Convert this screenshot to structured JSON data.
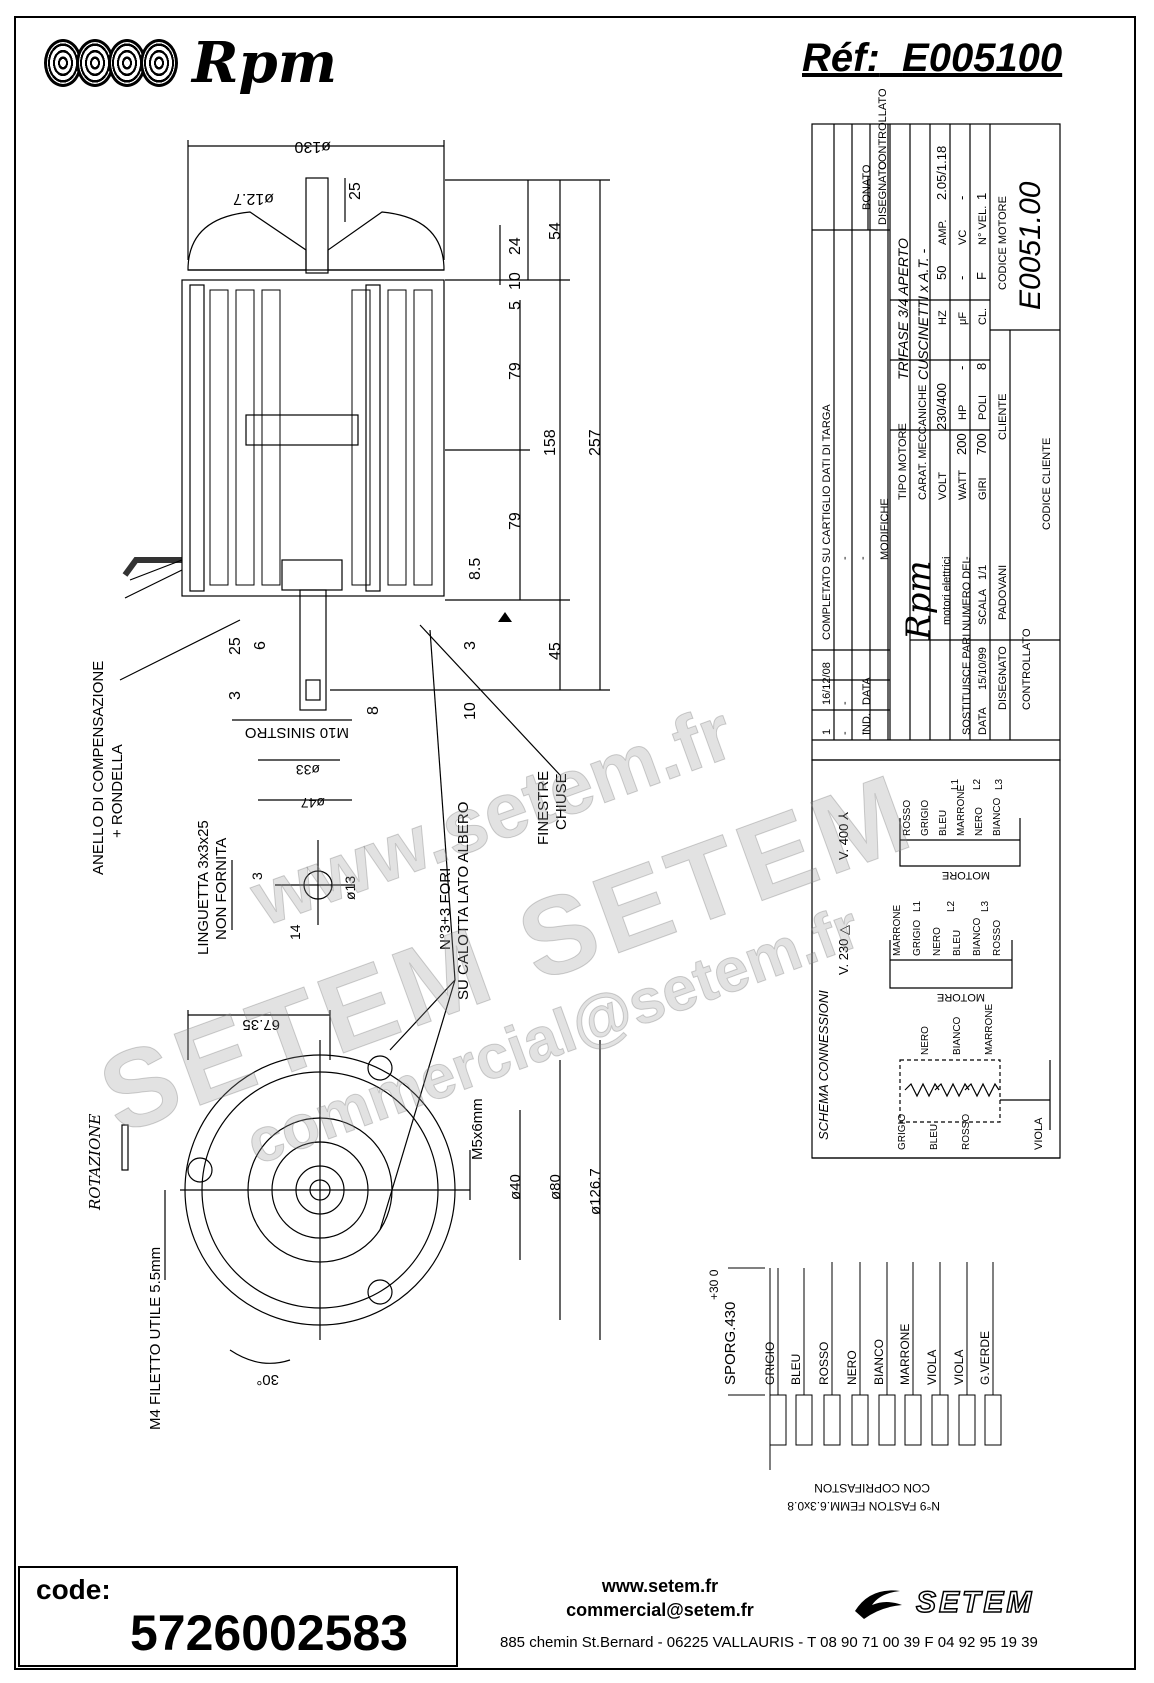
{
  "header": {
    "brand": "Rpm",
    "ref_label": "Réf:",
    "ref_value": "E005100"
  },
  "drawing": {
    "dims_main": [
      "ø130",
      "ø12.7",
      "25",
      "24",
      "10",
      "5",
      "79",
      "79",
      "158",
      "257",
      "8.5",
      "45",
      "54",
      "25",
      "6",
      "3",
      "8",
      "10",
      "3"
    ],
    "dims_section": [
      "ø33",
      "ø47",
      "ø13",
      "14",
      "3"
    ],
    "dims_front": [
      "67.35",
      "M5x6mm",
      "ø40",
      "ø80",
      "ø126.7",
      "30°"
    ],
    "labels": {
      "m10": "M10 SINISTRO",
      "finestre_1": "FINESTRE",
      "finestre_2": "CHIUSE",
      "anello_1": "ANELLO DI COMPENSAZIONE",
      "anello_2": "+ RONDELLA",
      "linguetta_1": "LINGUETTA 3x3x25",
      "linguetta_2": "NON FORNITA",
      "fori_1": "N°3+3 FORI",
      "fori_2": "SU CALOTTA LATO ALBERO",
      "rotazione": "ROTAZIONE",
      "m4": "M4 FILETTO UTILE 5.5mm",
      "sporg": "SPORG.430",
      "sporg_tol": "+30 0",
      "faston_1": "CON COPRIFASTON",
      "faston_2": "N°9 FASTON FEMM.6.3x0.8"
    },
    "wire_colors": [
      "GRIGIO",
      "BLEU",
      "ROSSO",
      "NERO",
      "BIANCO",
      "MARRONE",
      "VIOLA",
      "VIOLA",
      "G.VERDE"
    ]
  },
  "title_block": {
    "rows": [
      {
        "ind": "1",
        "data": "16/12/08",
        "desc": "COMPLETATO SU CARTIGLIO DATI DI TARGA"
      },
      {
        "ind": "-",
        "data": "-",
        "desc": "-"
      },
      {
        "ind": "-",
        "data": "-",
        "desc": "-"
      }
    ],
    "header_ind": "IND.",
    "header_data": "DATA",
    "header_modifiche": "MODIFICHE",
    "tipo_motore": "TIPO MOTORE",
    "tipo_motore_value": "TRIFASE 3/4 APERTO",
    "carat": "CARAT. MECCANICHE",
    "carat_value": "CUSCINETTI x A.T. -",
    "volt": "VOLT",
    "volt_value": "230/400",
    "hz": "HZ",
    "hz_value": "50",
    "amp": "AMP.",
    "amp_value": "2.05/1.18",
    "watt": "WATT",
    "watt_value": "200",
    "hp": "HP",
    "hp_value": "-",
    "uf": "μF",
    "uf_value": "-",
    "vc": "VC",
    "vc_value": "-",
    "giri": "GIRI",
    "giri_value": "700",
    "poli": "POLI",
    "poli_value": "8",
    "cl": "CL.",
    "cl_value": "F",
    "nvel": "N° VEL.",
    "nvel_value": "1",
    "cliente": "CLIENTE",
    "codice_motore": "CODICE MOTORE",
    "codice_motore_value": "E0051.00",
    "codice_cliente": "CODICE CLIENTE",
    "sostituisce": "SOSTITUISCE PARI NUMERO DEL",
    "sost_value": "-",
    "scala": "SCALA",
    "scala_value": "1/1",
    "data": "DATA",
    "data_value": "15/10/99",
    "disegnato": "DISEGNATO",
    "disegnato_value": "PADOVANI",
    "controllato": "CONTROLLATO",
    "bonato": "BONATO",
    "disegnato_hdr": "DISEGNATO",
    "controllato_hdr": "CONTROLLATO",
    "rpm_brand": "Rpm",
    "rpm_sub": "motori elettrici"
  },
  "schema": {
    "title": "SCHEMA CONNESSIONI",
    "v400": "V. 400 ⅄",
    "v230": "V. 230 △",
    "motore": "MOTORE",
    "wires_400": [
      "ROSSO",
      "GRIGIO",
      "BLEU",
      "MARRONE",
      "NERO",
      "BIANCO"
    ],
    "wires_230": [
      "MARRONE",
      "GRIGIO",
      "NERO",
      "BLEU",
      "BIANCO",
      "ROSSO"
    ],
    "phases": [
      "L1",
      "L2",
      "L3"
    ],
    "coil_top": [
      "NERO",
      "BIANCO",
      "MARRONE"
    ],
    "coil_bottom": [
      "GRIGIO",
      "BLEU",
      "ROSSO"
    ],
    "viola": "VIOLA"
  },
  "footer": {
    "code_label": "code:",
    "code_value": "5726002583",
    "web": "www.setem.fr",
    "email": "commercial@setem.fr",
    "address": "885 chemin St.Bernard  -  06225 VALLAURIS  -  T 08 90 71 00 39  F 04 92 95 19 39",
    "setem": "SETEM"
  },
  "watermark": {
    "url": "www.setem.fr",
    "name": "SETEM SETEM",
    "email": "commercial@setem.fr"
  }
}
